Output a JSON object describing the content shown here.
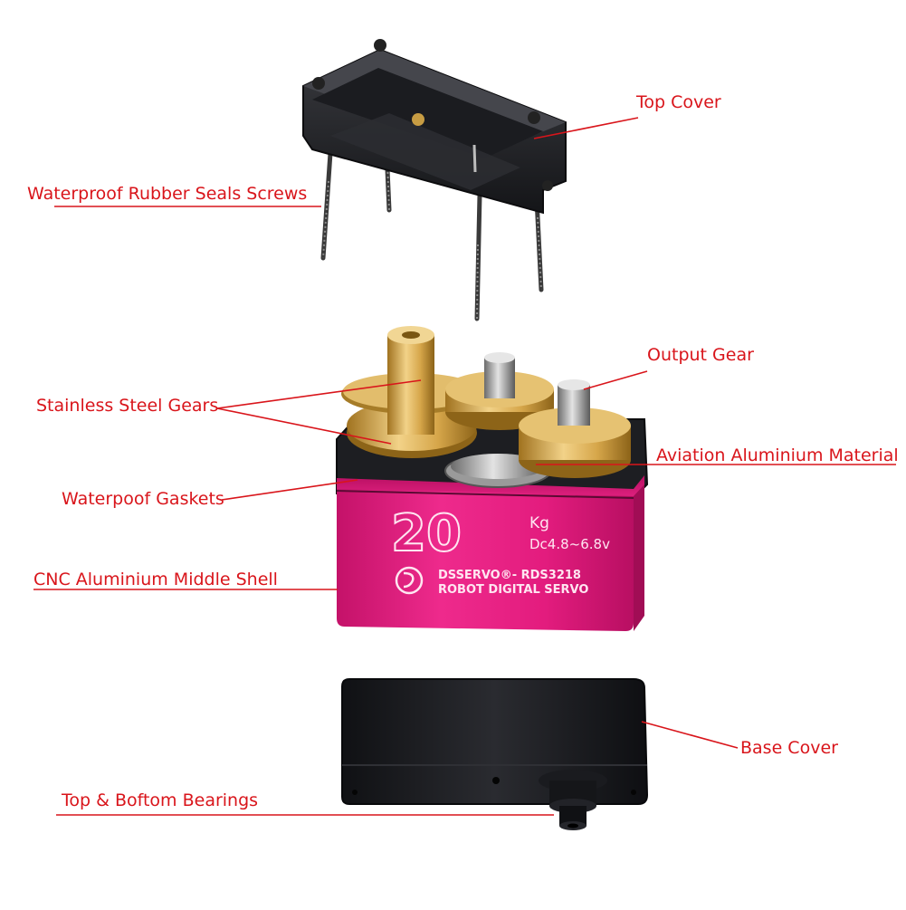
{
  "labels": {
    "top_cover": "Top Cover",
    "rubber_seal_screws": "Waterproof Rubber Seals Screws",
    "output_gear": "Output Gear",
    "steel_gears": "Stainless Steel Gears",
    "aviation_aluminium": "Aviation Aluminium Material",
    "gaskets": "Waterpoof Gaskets",
    "middle_shell": "CNC Aluminium Middle Shell",
    "base_cover": "Base Cover",
    "bearings": "Top & Boftom Bearings"
  },
  "servo_body": {
    "torque_number": "20",
    "torque_unit": "Kg",
    "voltage": "Dc4.8~6.8v",
    "brand_model": "DSSERVO®- RDS3218",
    "product_type": "ROBOT DIGITAL SERVO"
  },
  "colors": {
    "label_red": "#d9151b",
    "shell_pink": "#e0177a",
    "brass": "#d6a64a",
    "black_plastic": "#1e1f22"
  }
}
